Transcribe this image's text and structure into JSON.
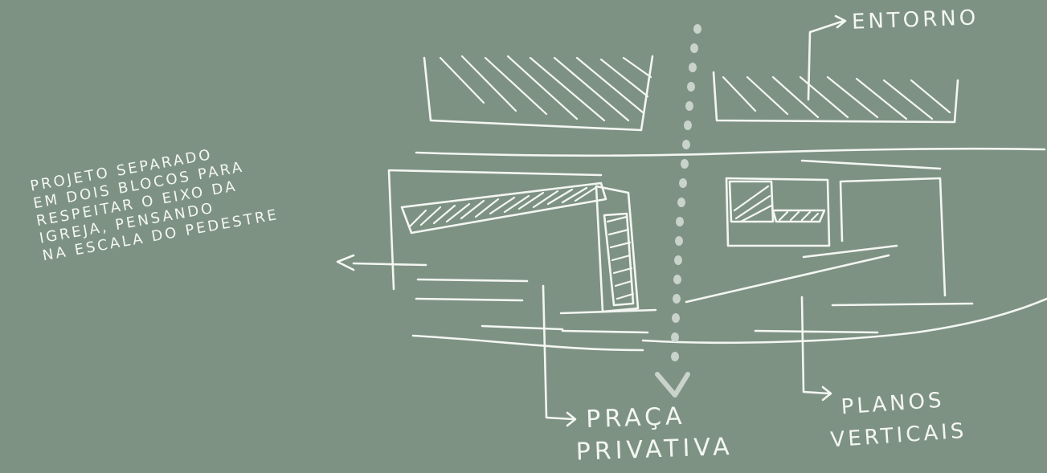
{
  "labels": {
    "entorno": "ENTORNO",
    "praca_line1": "PRAÇA",
    "praca_line2": "PRIVATIVA",
    "planos_line1": "PLANOS",
    "planos_line2": "VERTICAIS"
  },
  "note": {
    "lines": [
      "PROJETO SEPARADO",
      "EM DOIS BLOCOS PARA",
      "RESPEITAR O EIXO DA",
      "IGREJA, PENSANDO",
      "NA ESCALA DO PEDESTRE"
    ]
  },
  "colors": {
    "background": "#7d9283",
    "ink": "#f4f6f2",
    "axis": "#c9d3cb"
  }
}
